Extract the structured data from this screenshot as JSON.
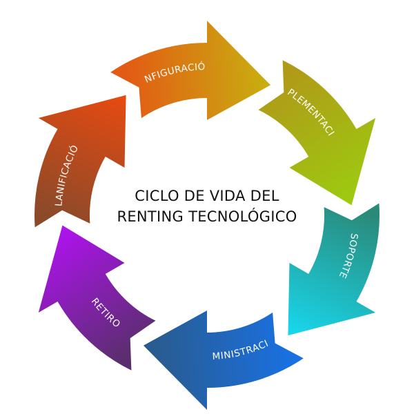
{
  "title": {
    "line1": "CICLO DE VIDA DEL",
    "line2": "RENTING TECNOLÓGICO"
  },
  "stages": [
    {
      "label": "CONFIGURACIÓN",
      "color_start": "#e35a14",
      "color_end": "#c8b010"
    },
    {
      "label": "IMPLEMENTACIÓN",
      "color_start": "#b09a18",
      "color_end": "#9ccc10"
    },
    {
      "label": "SOPORTE",
      "color_start": "#2a8a7a",
      "color_end": "#18d8ee"
    },
    {
      "label": "ADMINISTRACIÓN",
      "color_start": "#1a70e0",
      "color_end": "#2a5a8a"
    },
    {
      "label": "RETIRO",
      "color_start": "#5a2e6e",
      "color_end": "#b012f0"
    },
    {
      "label": "PLANIFICACIÓN",
      "color_start": "#8a4a2a",
      "color_end": "#e84a10"
    }
  ]
}
